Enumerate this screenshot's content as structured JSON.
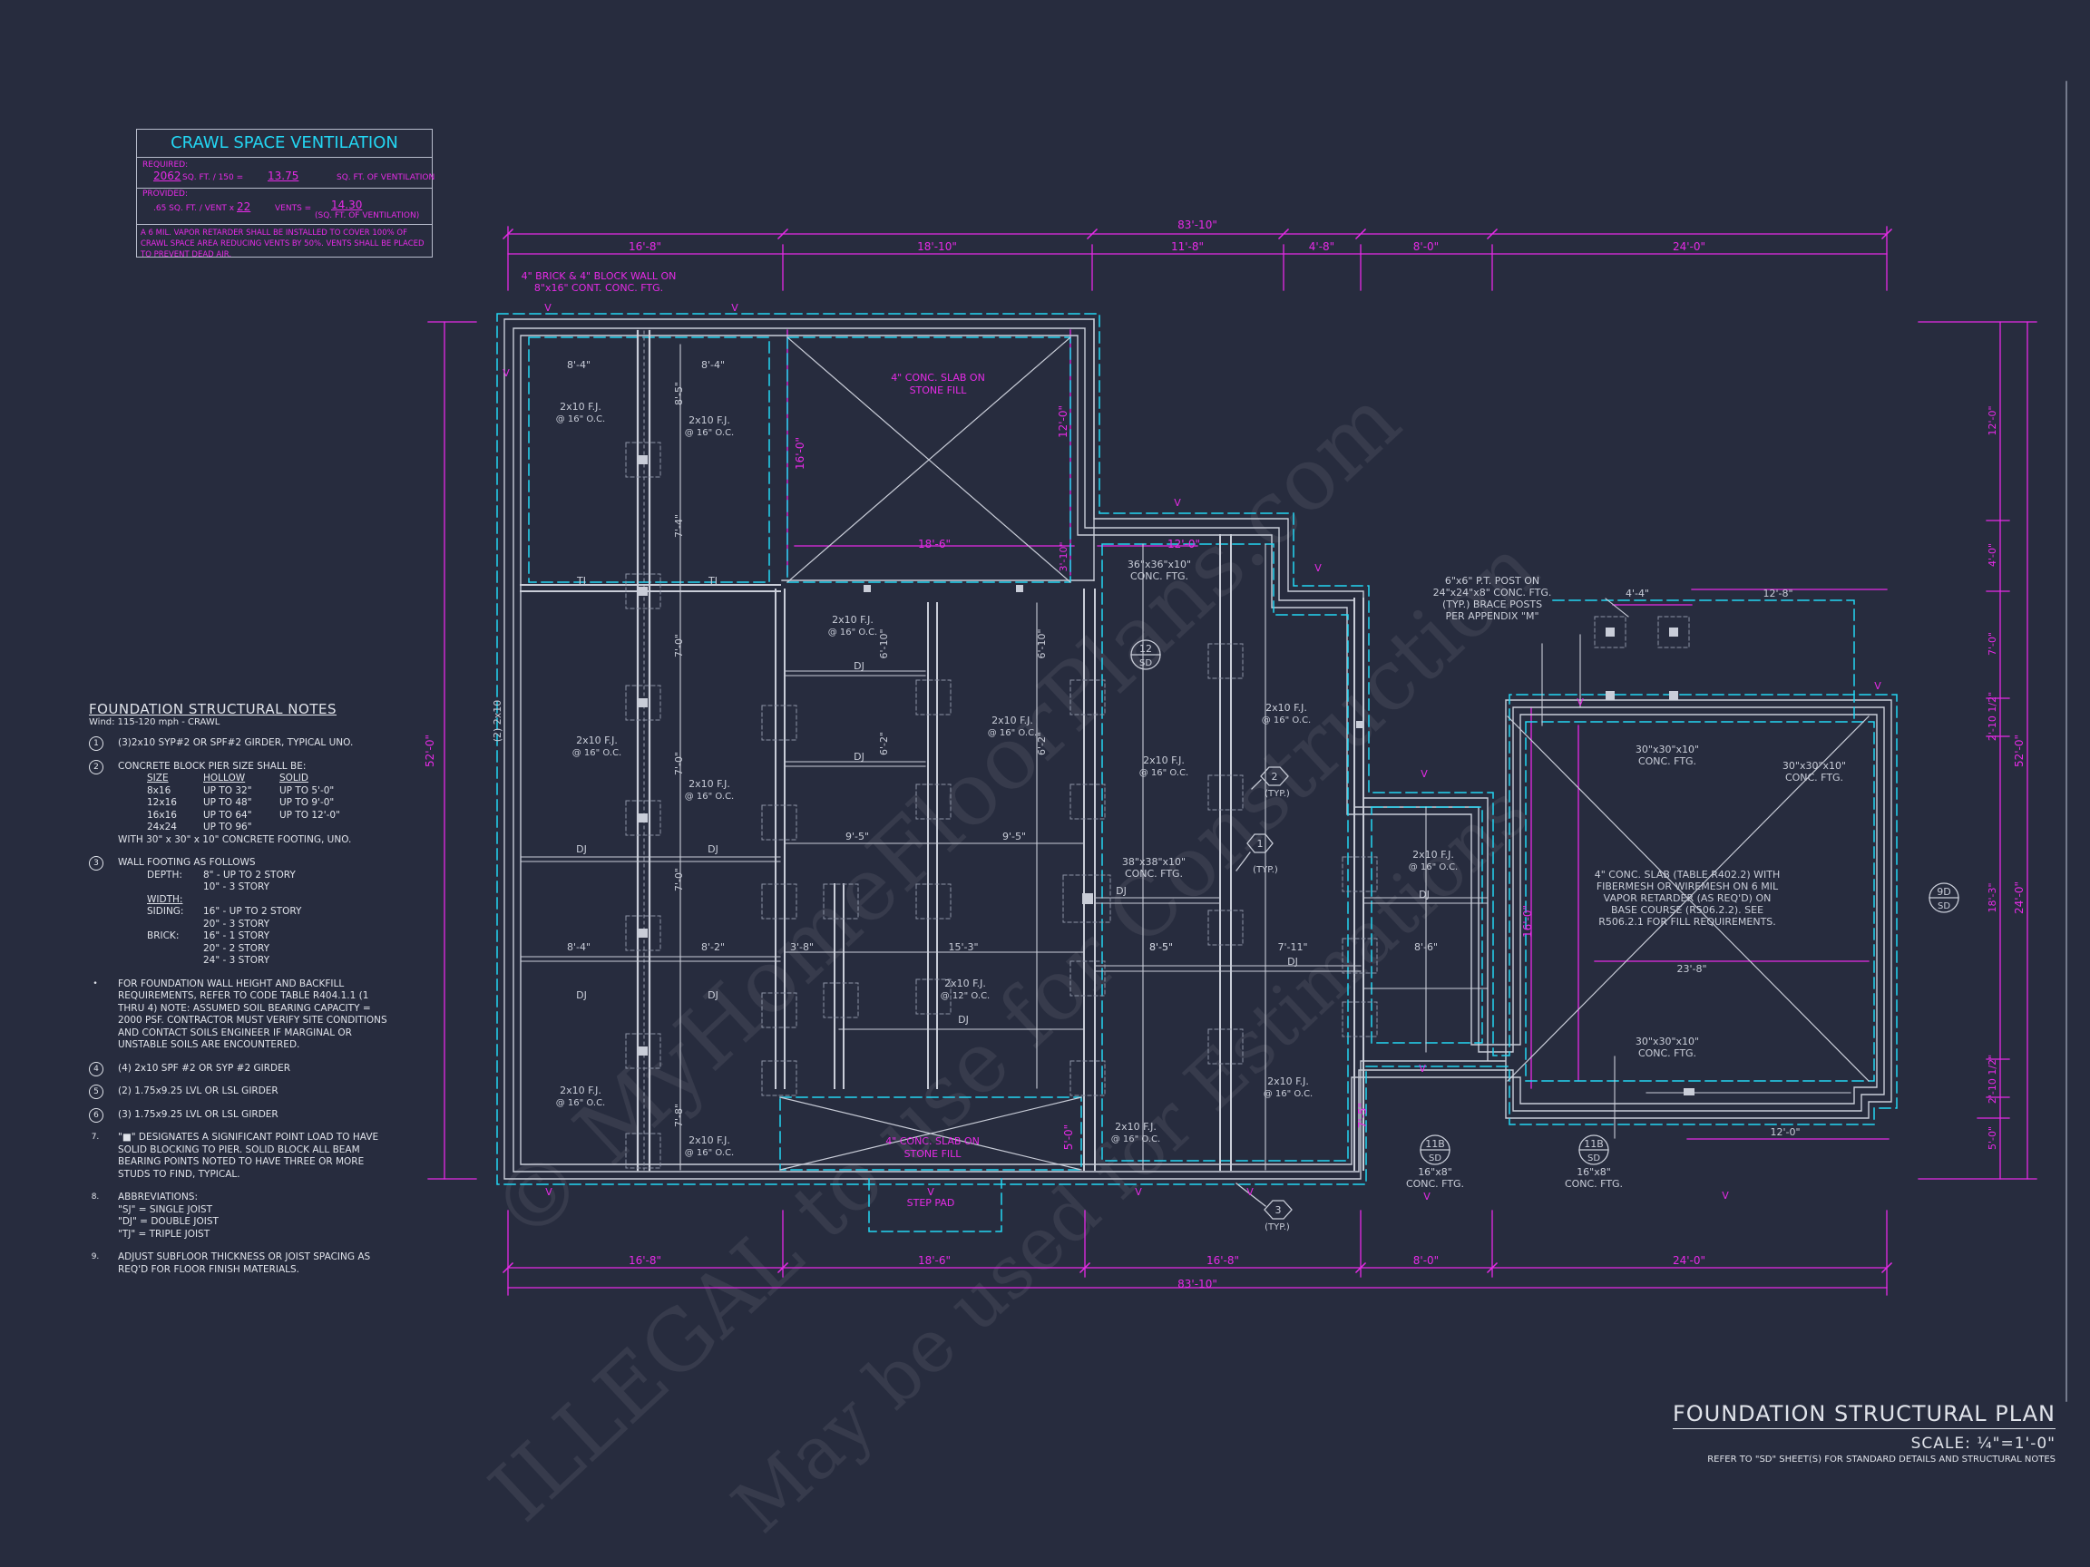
{
  "watermarks": [
    "© MyHomeFloorPlans.com",
    "ILLEGAL to use for Construction",
    "May be used for Estimations"
  ],
  "ventilation": {
    "title": "CRAWL SPACE VENTILATION",
    "required_label": "REQUIRED:",
    "required_area": "2062",
    "required_formula": "SQ. FT. / 150 =",
    "required_result": "13.75",
    "required_unit": "SQ. FT. OF VENTILATION",
    "provided_label": "PROVIDED:",
    "provided_formula": ".65 SQ. FT. / VENT x",
    "provided_vents": "22",
    "provided_vents_label": "VENTS =",
    "provided_result": "14.30",
    "provided_unit": "(SQ. FT. OF VENTILATION)",
    "note": "A 6 MIL. VAPOR RETARDER SHALL BE INSTALLED TO COVER 100% OF CRAWL SPACE AREA REDUCING VENTS BY 50%. VENTS SHALL BE PLACED TO PREVENT DEAD AIR."
  },
  "notes": {
    "title": "FOUNDATION STRUCTURAL NOTES",
    "subtitle": "Wind: 115-120 mph - CRAWL",
    "items": [
      {
        "num": "1",
        "text": "(3)2x10 SYP#2 OR SPF#2 GIRDER, TYPICAL UNO."
      },
      {
        "num": "2",
        "text": "CONCRETE BLOCK PIER SIZE SHALL BE:"
      },
      {
        "num": "3",
        "text": "WALL FOOTING AS FOLLOWS"
      },
      {
        "num": "•",
        "text": "FOR FOUNDATION WALL HEIGHT AND BACKFILL REQUIREMENTS, REFER TO CODE TABLE R404.1.1 (1 THRU 4) NOTE: ASSUMED SOIL BEARING CAPACITY = 2000 PSF. CONTRACTOR MUST VERIFY SITE CONDITIONS AND CONTACT SOILS ENGINEER IF MARGINAL OR UNSTABLE SOILS ARE ENCOUNTERED."
      },
      {
        "num": "4",
        "text": "(4) 2x10 SPF #2 OR SYP #2 GIRDER"
      },
      {
        "num": "5",
        "text": "(2) 1.75x9.25 LVL OR LSL GIRDER"
      },
      {
        "num": "6",
        "text": "(3) 1.75x9.25 LVL OR LSL GIRDER"
      },
      {
        "num": "7.",
        "text": "\"■\" DESIGNATES A SIGNIFICANT POINT LOAD TO HAVE SOLID BLOCKING TO PIER. SOLID BLOCK ALL BEAM BEARING POINTS NOTED TO HAVE THREE OR MORE STUDS TO FIND, TYPICAL."
      },
      {
        "num": "8.",
        "text": "ABBREVIATIONS:"
      },
      {
        "num": "9.",
        "text": "ADJUST SUBFLOOR THICKNESS OR JOIST SPACING AS REQ'D FOR FLOOR FINISH MATERIALS."
      }
    ],
    "pier_headers": [
      "SIZE",
      "HOLLOW",
      "SOLID"
    ],
    "pier_rows": [
      [
        "8x16",
        "UP TO 32\"",
        "UP TO 5'-0\""
      ],
      [
        "12x16",
        "UP TO 48\"",
        "UP TO 9'-0\""
      ],
      [
        "16x16",
        "UP TO 64\"",
        "UP TO 12'-0\""
      ],
      [
        "24x24",
        "UP TO 96\"",
        ""
      ]
    ],
    "pier_extra": "WITH 30\" x 30\" x 10\" CONCRETE FOOTING, UNO.",
    "wall_rows": [
      [
        "DEPTH:",
        "8\" - UP TO 2 STORY"
      ],
      [
        "",
        "10\" - 3 STORY"
      ],
      [
        "WIDTH:",
        ""
      ],
      [
        "SIDING:",
        "16\" - UP TO 2 STORY"
      ],
      [
        "",
        "20\" - 3 STORY"
      ],
      [
        "BRICK:",
        "16\" - 1 STORY"
      ],
      [
        "",
        "20\" - 2 STORY"
      ],
      [
        "",
        "24\" - 3 STORY"
      ]
    ],
    "abbreviations": [
      "\"SJ\" = SINGLE JOIST",
      "\"DJ\" = DOUBLE JOIST",
      "\"TJ\" = TRIPLE JOIST"
    ]
  },
  "title_block": {
    "title": "FOUNDATION STRUCTURAL PLAN",
    "scale": "SCALE: ¼\"=1'-0\"",
    "reference": "REFER TO \"SD\" SHEET(S) FOR STANDARD DETAILS AND STRUCTURAL NOTES"
  },
  "dimensions": {
    "overall": "83'-10\"",
    "top": [
      "16'-8\"",
      "18'-10\"",
      "11'-8\"",
      "4'-8\"",
      "8'-0\"",
      "24'-0\""
    ],
    "bottom": [
      "16'-8\"",
      "18'-6\"",
      "16'-8\"",
      "8'-0\"",
      "24'-0\""
    ],
    "left": "52'-0\"",
    "right_outer": "52'-0\"",
    "right_inner": [
      "12'-0\"",
      "4'-0\"",
      "7'-0\"",
      "2'-10 1/2\"",
      "18'-3\"",
      "2'-10 1/2\"",
      "5'-0\""
    ],
    "right_mid": "24'-0\""
  },
  "callouts": {
    "brick_wall": [
      "4\" BRICK & 4\" BLOCK WALL ON",
      "8\"x16\" CONT. CONC. FTG."
    ],
    "slab_top": [
      "4\" CONC. SLAB ON",
      "STONE FILL"
    ],
    "slab_step": [
      "4\" CONC. SLAB ON",
      "STONE FILL"
    ],
    "step_pad": "STEP PAD",
    "post": [
      "6\"x6\" P.T. POST ON",
      "24\"x24\"x8\" CONC. FTG.",
      "(TYP.) BRACE POSTS",
      "PER APPENDIX \"M\""
    ],
    "garage_slab": [
      "4\" CONC. SLAB (TABLE R402.2) WITH",
      "FIBERMESH OR WIREMESH ON 6 MIL",
      "VAPOR RETARDER (AS REQ'D) ON",
      "BASE COURSE (R506.2.2). SEE",
      "R506.2.1 FOR FILL REQUIREMENTS."
    ],
    "ftg_36": [
      "36\"x36\"x10\"",
      "CONC. FTG."
    ],
    "ftg_38": [
      "38\"x38\"x10\"",
      "CONC. FTG."
    ],
    "ftg_30a": [
      "30\"x30\"x10\"",
      "CONC. FTG."
    ],
    "ftg_30b": [
      "30\"x30\"x10\"",
      "CONC. FTG."
    ],
    "ftg_30c": [
      "30\"x30\"x10\"",
      "CONC. FTG."
    ],
    "ftg_16a": [
      "16\"x8\"",
      "CONC. FTG."
    ],
    "ftg_16b": [
      "16\"x8\"",
      "CONC. FTG."
    ],
    "tags": [
      {
        "top": "12",
        "bottom": "SD"
      },
      {
        "top": "11B",
        "bottom": "SD"
      },
      {
        "top": "11B",
        "bottom": "SD"
      },
      {
        "top": "9D",
        "bottom": "SD"
      }
    ],
    "hex": [
      {
        "num": "1",
        "label": "(TYP.)"
      },
      {
        "num": "2",
        "label": "(TYP.)"
      },
      {
        "num": "3",
        "label": "(TYP.)"
      }
    ],
    "joist_fj": "2x10 F.J.",
    "joist_oc": "@ 16\" O.C.",
    "joist_oc12": "@ 12\" O.C.",
    "dj": "DJ",
    "tj": "TJ",
    "girder": "(2) 2x10",
    "vent": "V"
  },
  "interior_dims": [
    "8'-4\"",
    "8'-4\"",
    "8'-5\"",
    "7'-4\"",
    "7'-0\"",
    "7'-0\"",
    "7'-0\"",
    "7'-8\"",
    "16'-0\"",
    "12'-0\"",
    "18'-6\"",
    "12'-0\"",
    "3'-10\"",
    "6'-10\"",
    "6'-10\"",
    "6'-2\"",
    "6'-2\"",
    "9'-5\"",
    "9'-5\"",
    "8'-5\"",
    "15'-3\"",
    "8'-5\"",
    "7'-11\"",
    "8'-6\"",
    "23'-8\"",
    "4'-4\"",
    "12'-8\"",
    "12'-0\"",
    "16'-0\"",
    "5'-0\"",
    "7'-5\"",
    "8'-2\"",
    "3'-8\""
  ],
  "colors": {
    "background": "#272c3e",
    "magenta": "#e62be6",
    "cyan": "#23d6f3",
    "line": "#c9cdd8"
  }
}
